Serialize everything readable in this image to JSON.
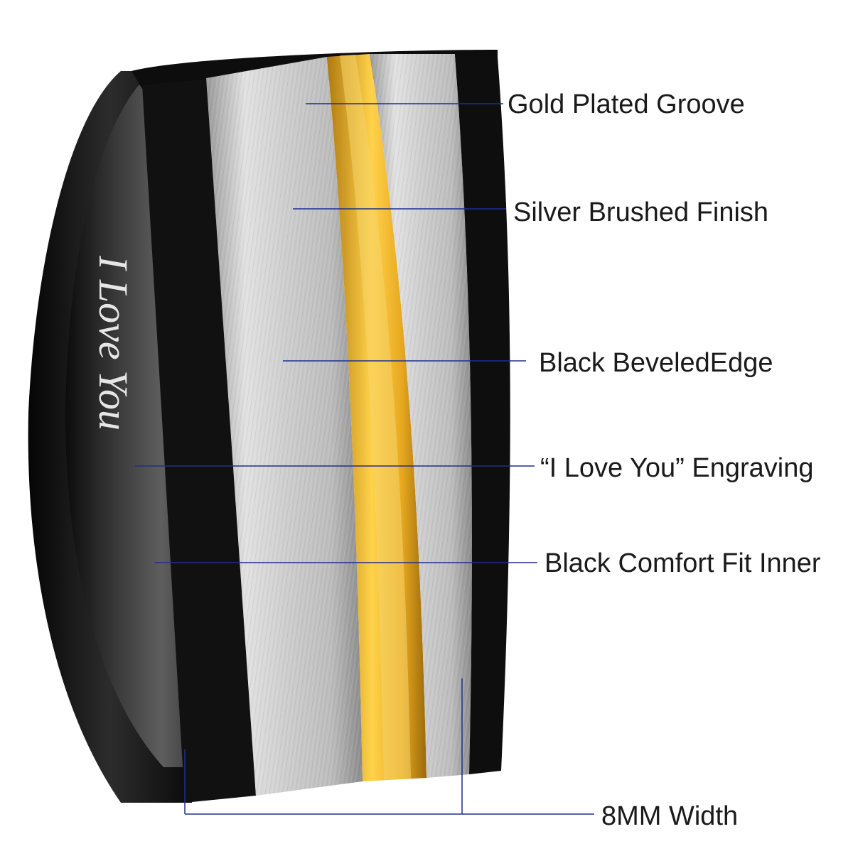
{
  "callouts": {
    "gold_groove": "Gold Plated Groove",
    "silver_finish": "Silver Brushed Finish",
    "beveled_edge": "Black BeveledEdge",
    "engraving": "“I Love You” Engraving",
    "comfort_fit": "Black Comfort Fit Inner",
    "width": "8MM Width"
  },
  "engraving_text": "I Love You",
  "colors": {
    "background": "#ffffff",
    "ring_black": "#111111",
    "ring_silver": "#c8c8c8",
    "ring_gold": "#e0a91c",
    "leader_line": "#1f2f8f",
    "label_text": "#1a1a1a"
  }
}
